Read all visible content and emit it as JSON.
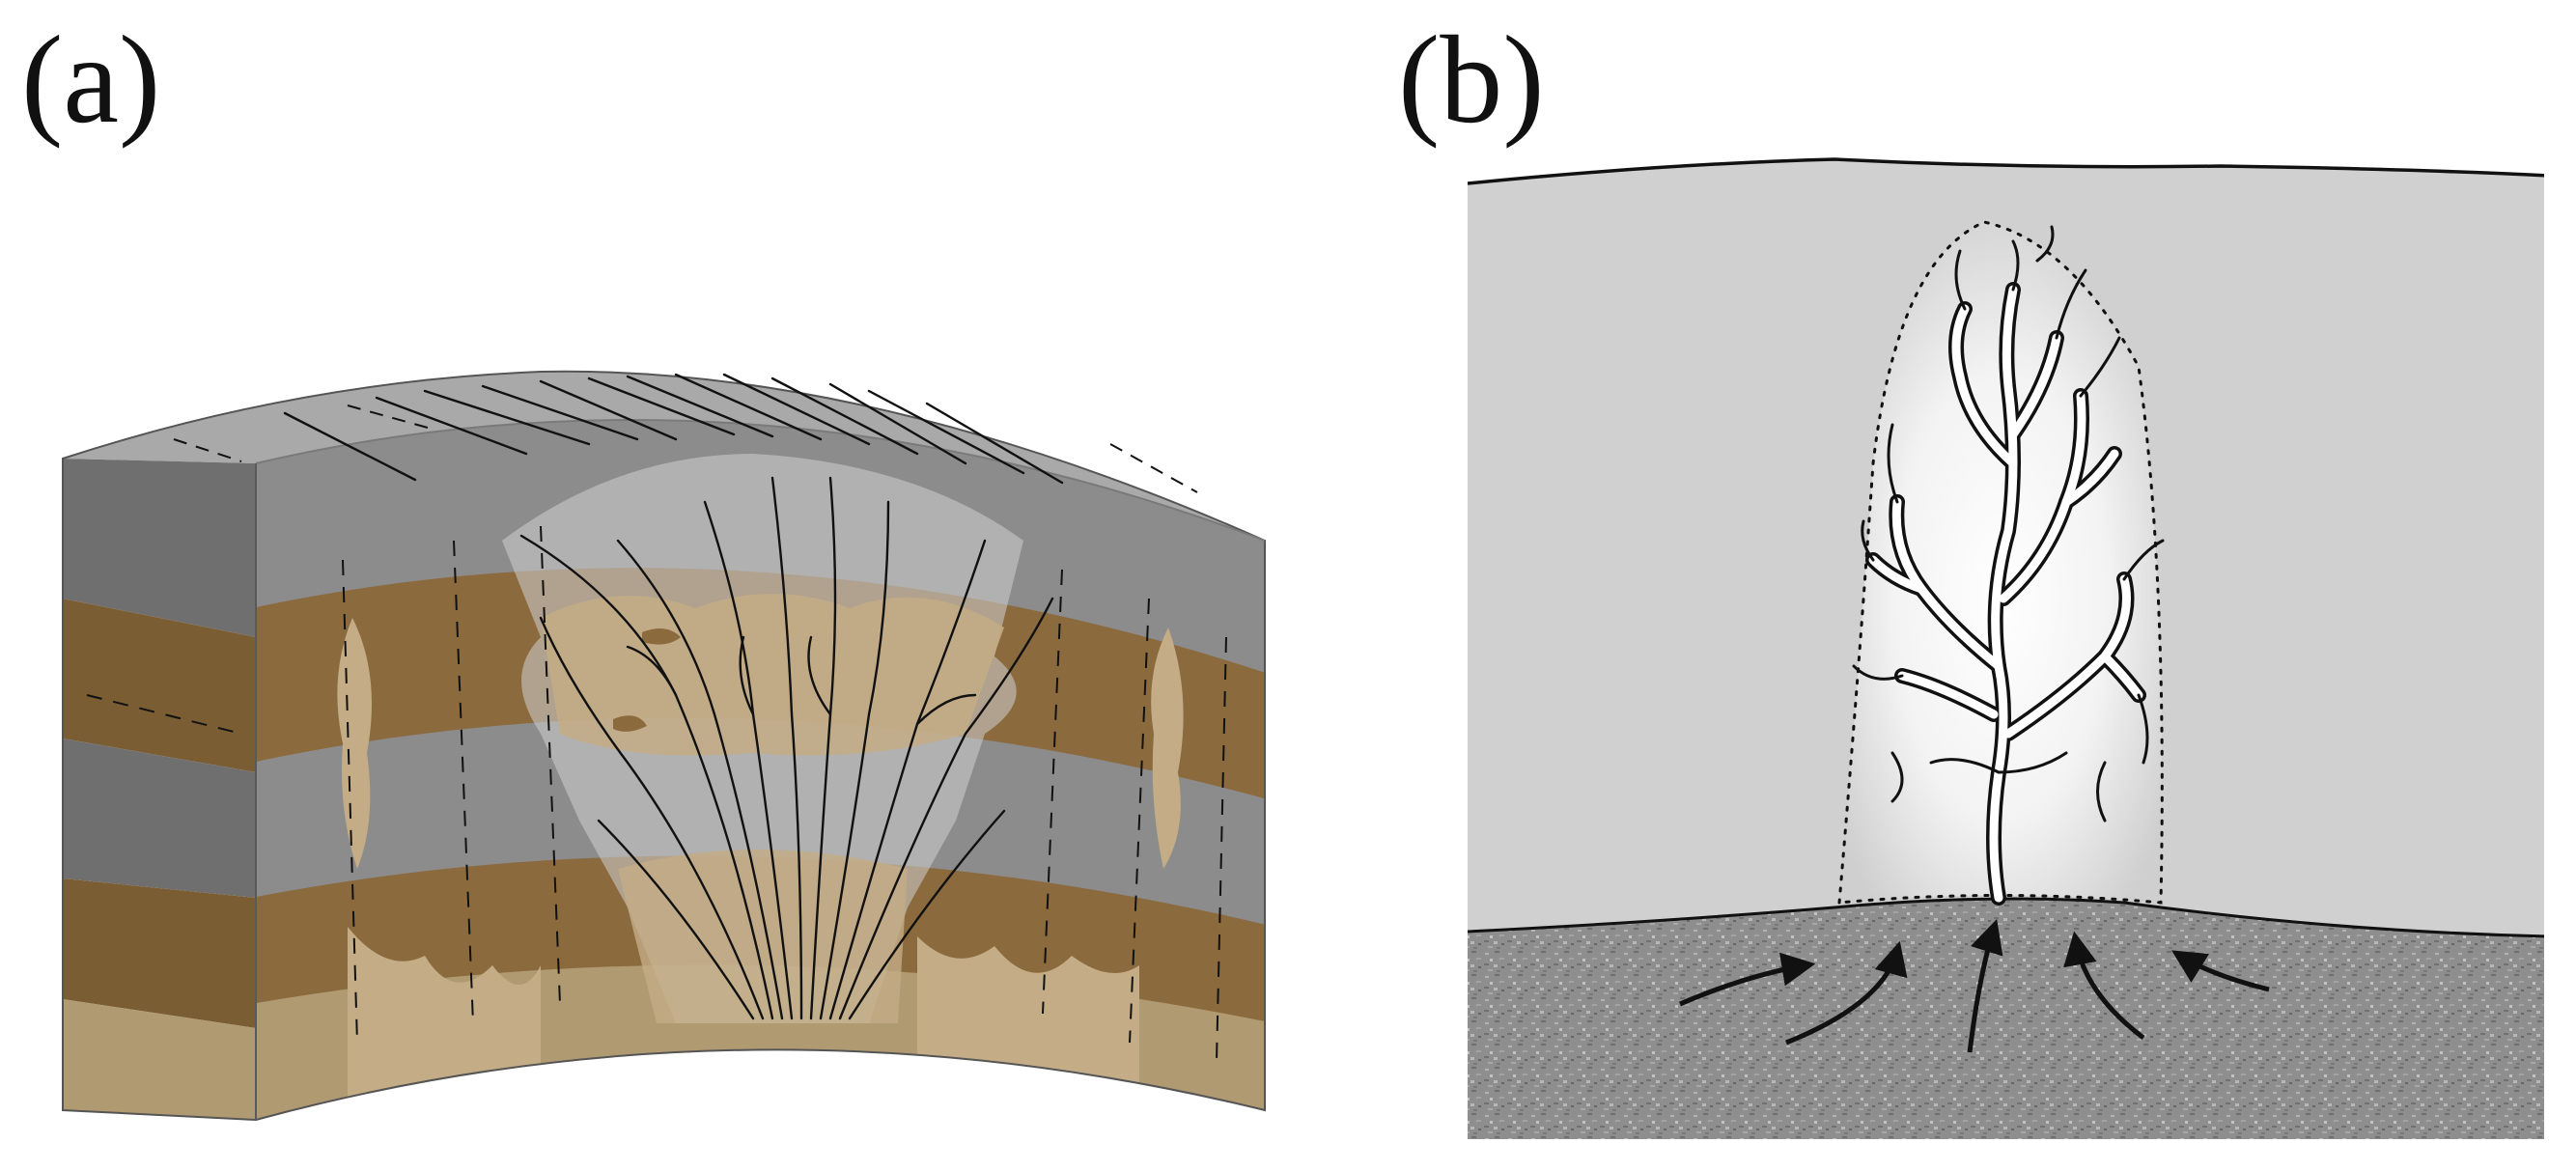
{
  "panels": [
    {
      "id": "a",
      "label": "(a)"
    },
    {
      "id": "b",
      "label": "(b)"
    }
  ],
  "colors": {
    "background": "#ffffff",
    "rock_gray_top": "#a9a9a9",
    "rock_gray_front": "#8c8c8c",
    "rock_gray_side": "#6f6f6f",
    "sediment_brown_dark": "#8b6a3e",
    "sediment_brown_mid": "#a07d4a",
    "bleached_tan": "#c4ad86",
    "bleached_gray": "#cfcfcf",
    "host_rock_b": "#d0d0d0",
    "granular_base": "#8d8d8d",
    "line": "#111111"
  },
  "icons": {
    "fracture_lines": "thin-black-line",
    "flow_arrows": "curved-arrow-up",
    "halo_boundary": "dotted-outline"
  }
}
